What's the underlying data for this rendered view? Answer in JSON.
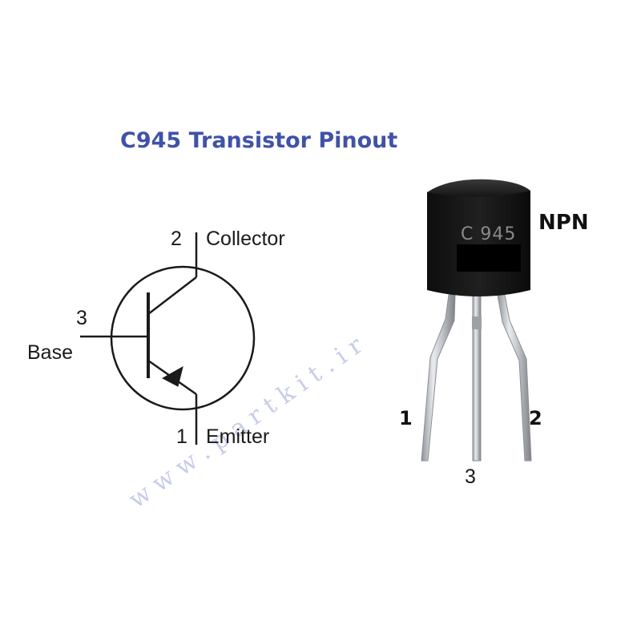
{
  "title": "C945 Transistor Pinout",
  "colors": {
    "title": "#4052a8",
    "symbol_stroke": "#1a1a1a",
    "body": "#141414",
    "marking": "#8a8a8a",
    "leads": "#b9bcc0",
    "watermark": "#c8cce8"
  },
  "symbol": {
    "pins": [
      {
        "number": "2",
        "label": "Collector"
      },
      {
        "number": "3",
        "label": "Base"
      },
      {
        "number": "1",
        "label": "Emitter"
      }
    ]
  },
  "package": {
    "marking": "C 945",
    "type": "NPN",
    "lead_numbers": {
      "left": "1",
      "middle": "3",
      "right": "2"
    }
  },
  "watermark": "w w w . p a r t k i t . i r"
}
